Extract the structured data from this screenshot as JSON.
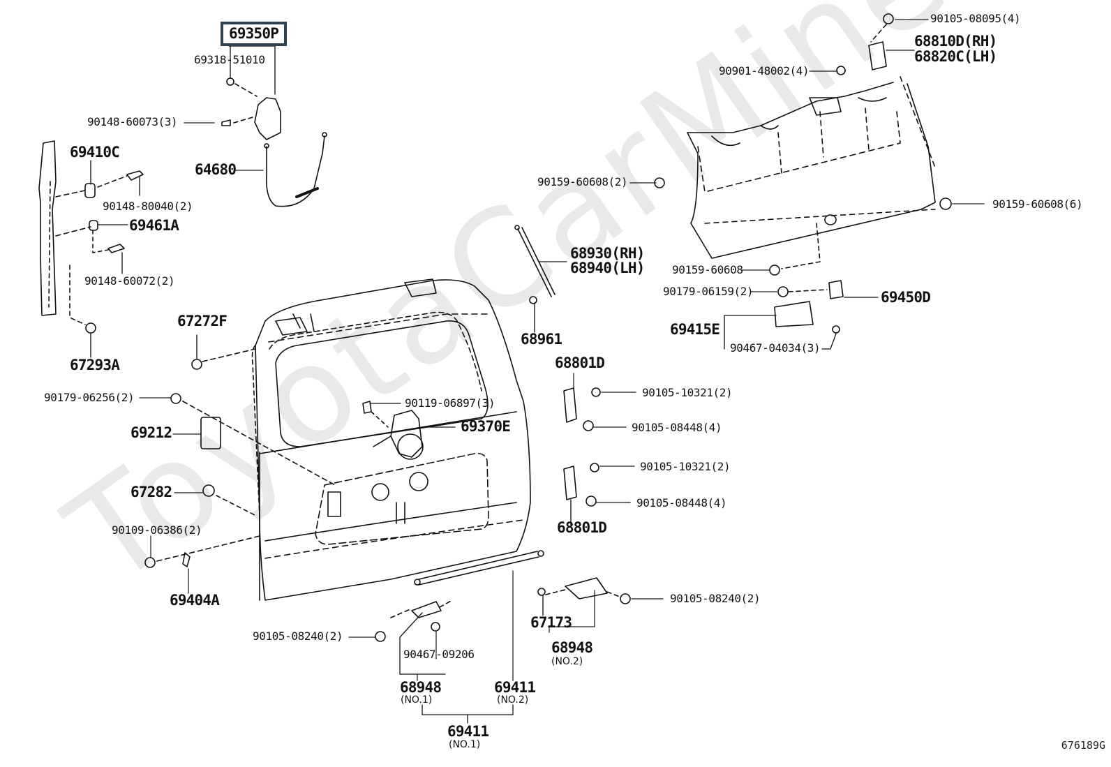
{
  "watermark": "ToyotaCarMine.ru",
  "diagram_code": "676189G",
  "highlighted_part": "69350P",
  "labels": {
    "p69350P": "69350P",
    "p69318": "69318-51010",
    "p90148_60073": "90148-60073(3)",
    "p64680": "64680",
    "p69410C": "69410C",
    "p90148_80040": "90148-80040(2)",
    "p69461A": "69461A",
    "p90148_60072": "90148-60072(2)",
    "p67293A": "67293A",
    "p67272F": "67272F",
    "p90179_06256": "90179-06256(2)",
    "p69212": "69212",
    "p67282": "67282",
    "p90109_06386": "90109-06386(2)",
    "p69404A": "69404A",
    "p90105_08095": "90105-08095(4)",
    "p68810D": "68810D(RH)",
    "p68820C": "68820C(LH)",
    "p90901_48002": "90901-48002(4)",
    "p90159_60608_2": "90159-60608(2)",
    "p90159_60608_6": "90159-60608(6)",
    "p68930": "68930(RH)",
    "p68940": "68940(LH)",
    "p90159_60608": "90159-60608",
    "p90179_06159": "90179-06159(2)",
    "p69450D": "69450D",
    "p69415E": "69415E",
    "p90467_04034": "90467-04034(3)",
    "p68961": "68961",
    "p68801D_top": "68801D",
    "p90105_10321_a": "90105-10321(2)",
    "p90105_08448_a": "90105-08448(4)",
    "p90105_10321_b": "90105-10321(2)",
    "p90105_08448_b": "90105-08448(4)",
    "p68801D_bottom": "68801D",
    "p90119_06897": "90119-06897(3)",
    "p69370E": "69370E",
    "p90105_08240_right": "90105-08240(2)",
    "p67173": "67173",
    "p68948_no2": "68948",
    "p68948_no2_sub": "(NO.2)",
    "p90105_08240_left": "90105-08240(2)",
    "p90467_09206": "90467-09206",
    "p68948_no1": "68948",
    "p68948_no1_sub": "(NO.1)",
    "p69411_no2": "69411",
    "p69411_no2_sub": "(NO.2)",
    "p69411_no1": "69411",
    "p69411_no1_sub": "(NO.1)"
  }
}
